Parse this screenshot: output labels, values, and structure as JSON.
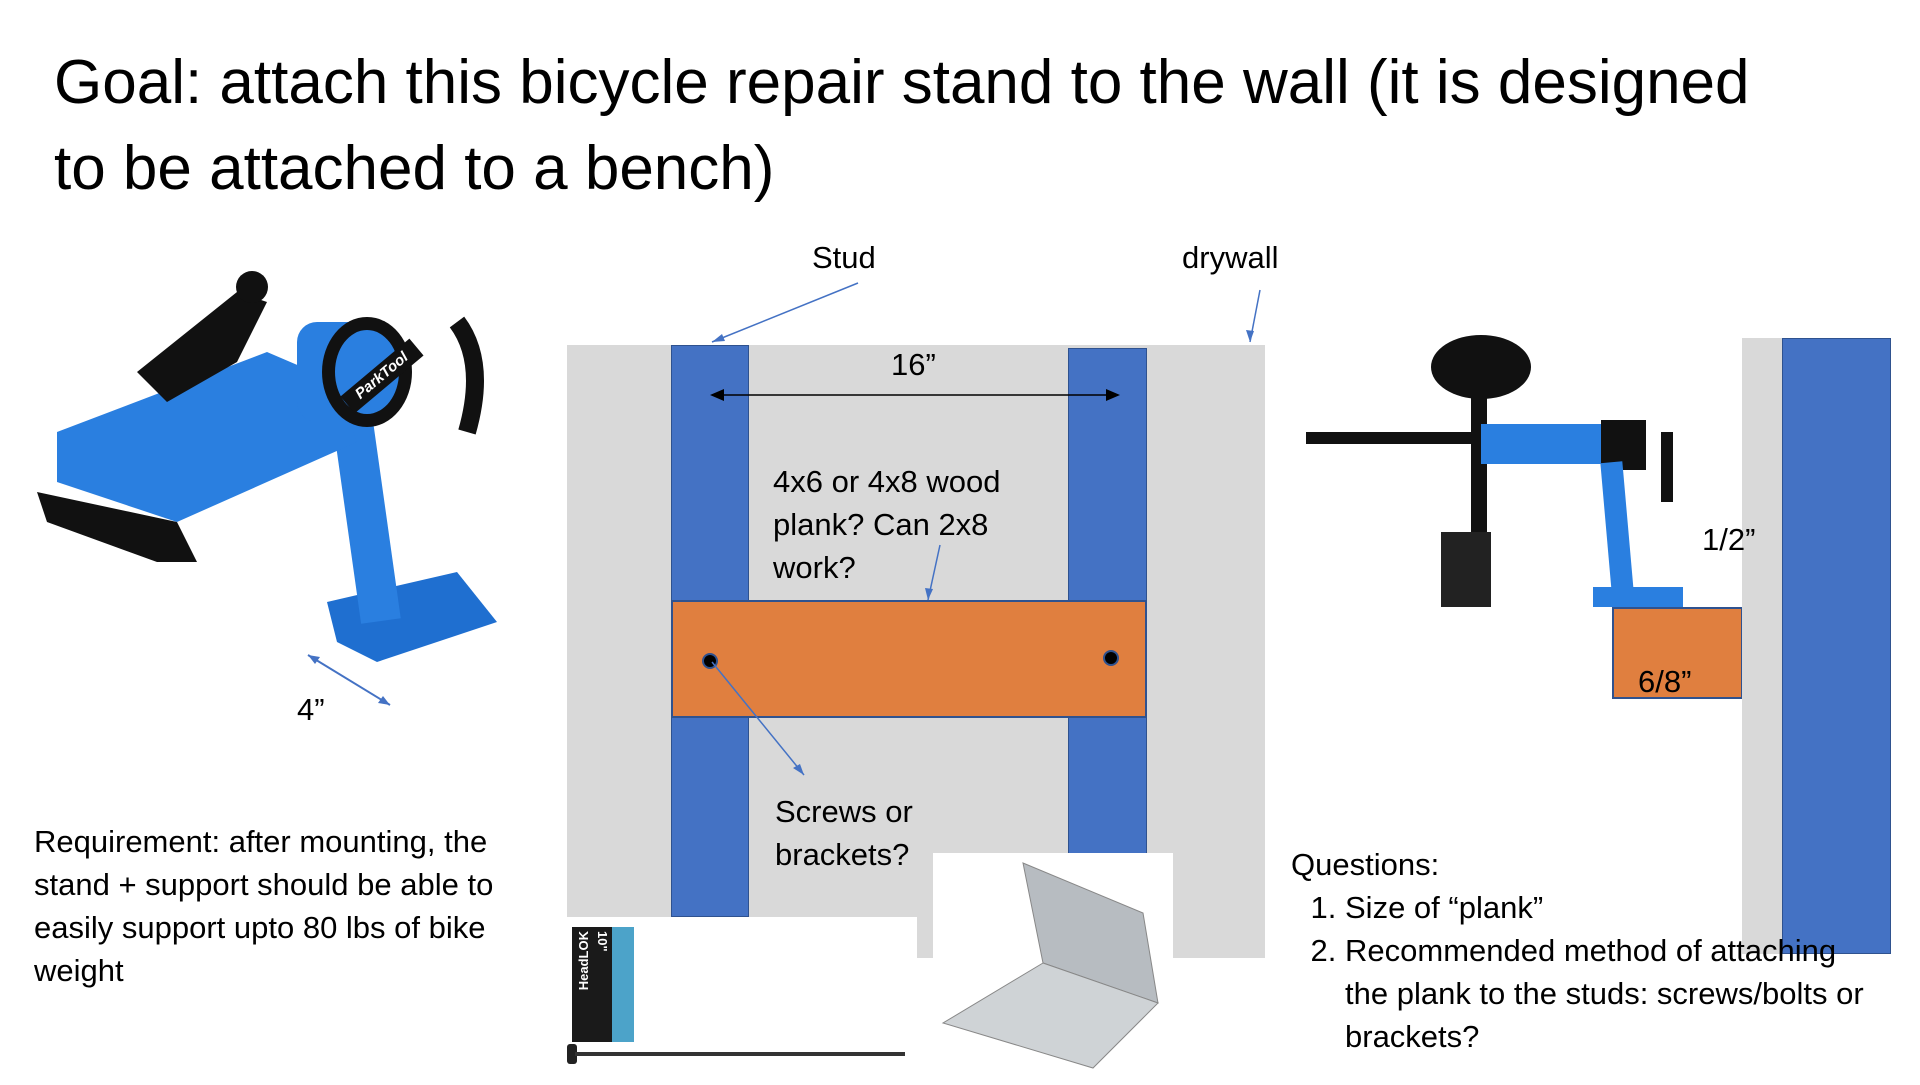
{
  "title": "Goal: attach this bicycle repair stand to the wall (it is designed to be attached to a bench)",
  "labels": {
    "stud": "Stud",
    "drywall": "drywall",
    "stud_spacing": "16”",
    "plank_question": "4x6 or 4x8 wood plank? Can 2x8 work?",
    "fastener_question": "Screws or brackets?",
    "stand_width": "4”",
    "gap": "1/2”",
    "plank_depth": "6/8”"
  },
  "requirement": "Requirement: after mounting, the stand + support should be able to easily support upto 80 lbs of bike weight",
  "questions": {
    "heading": "Questions:",
    "items": [
      "Size of “plank”",
      "Recommended method of attaching the plank to the studs: screws/bolts or brackets?"
    ]
  },
  "images": {
    "stand_brand": "ParkTool",
    "screw_brand": "HeadLOK",
    "screw_size": "10\""
  },
  "colors": {
    "stud": "#4472c4",
    "plank": "#e07f3f",
    "wall": "#d9d9d9"
  }
}
